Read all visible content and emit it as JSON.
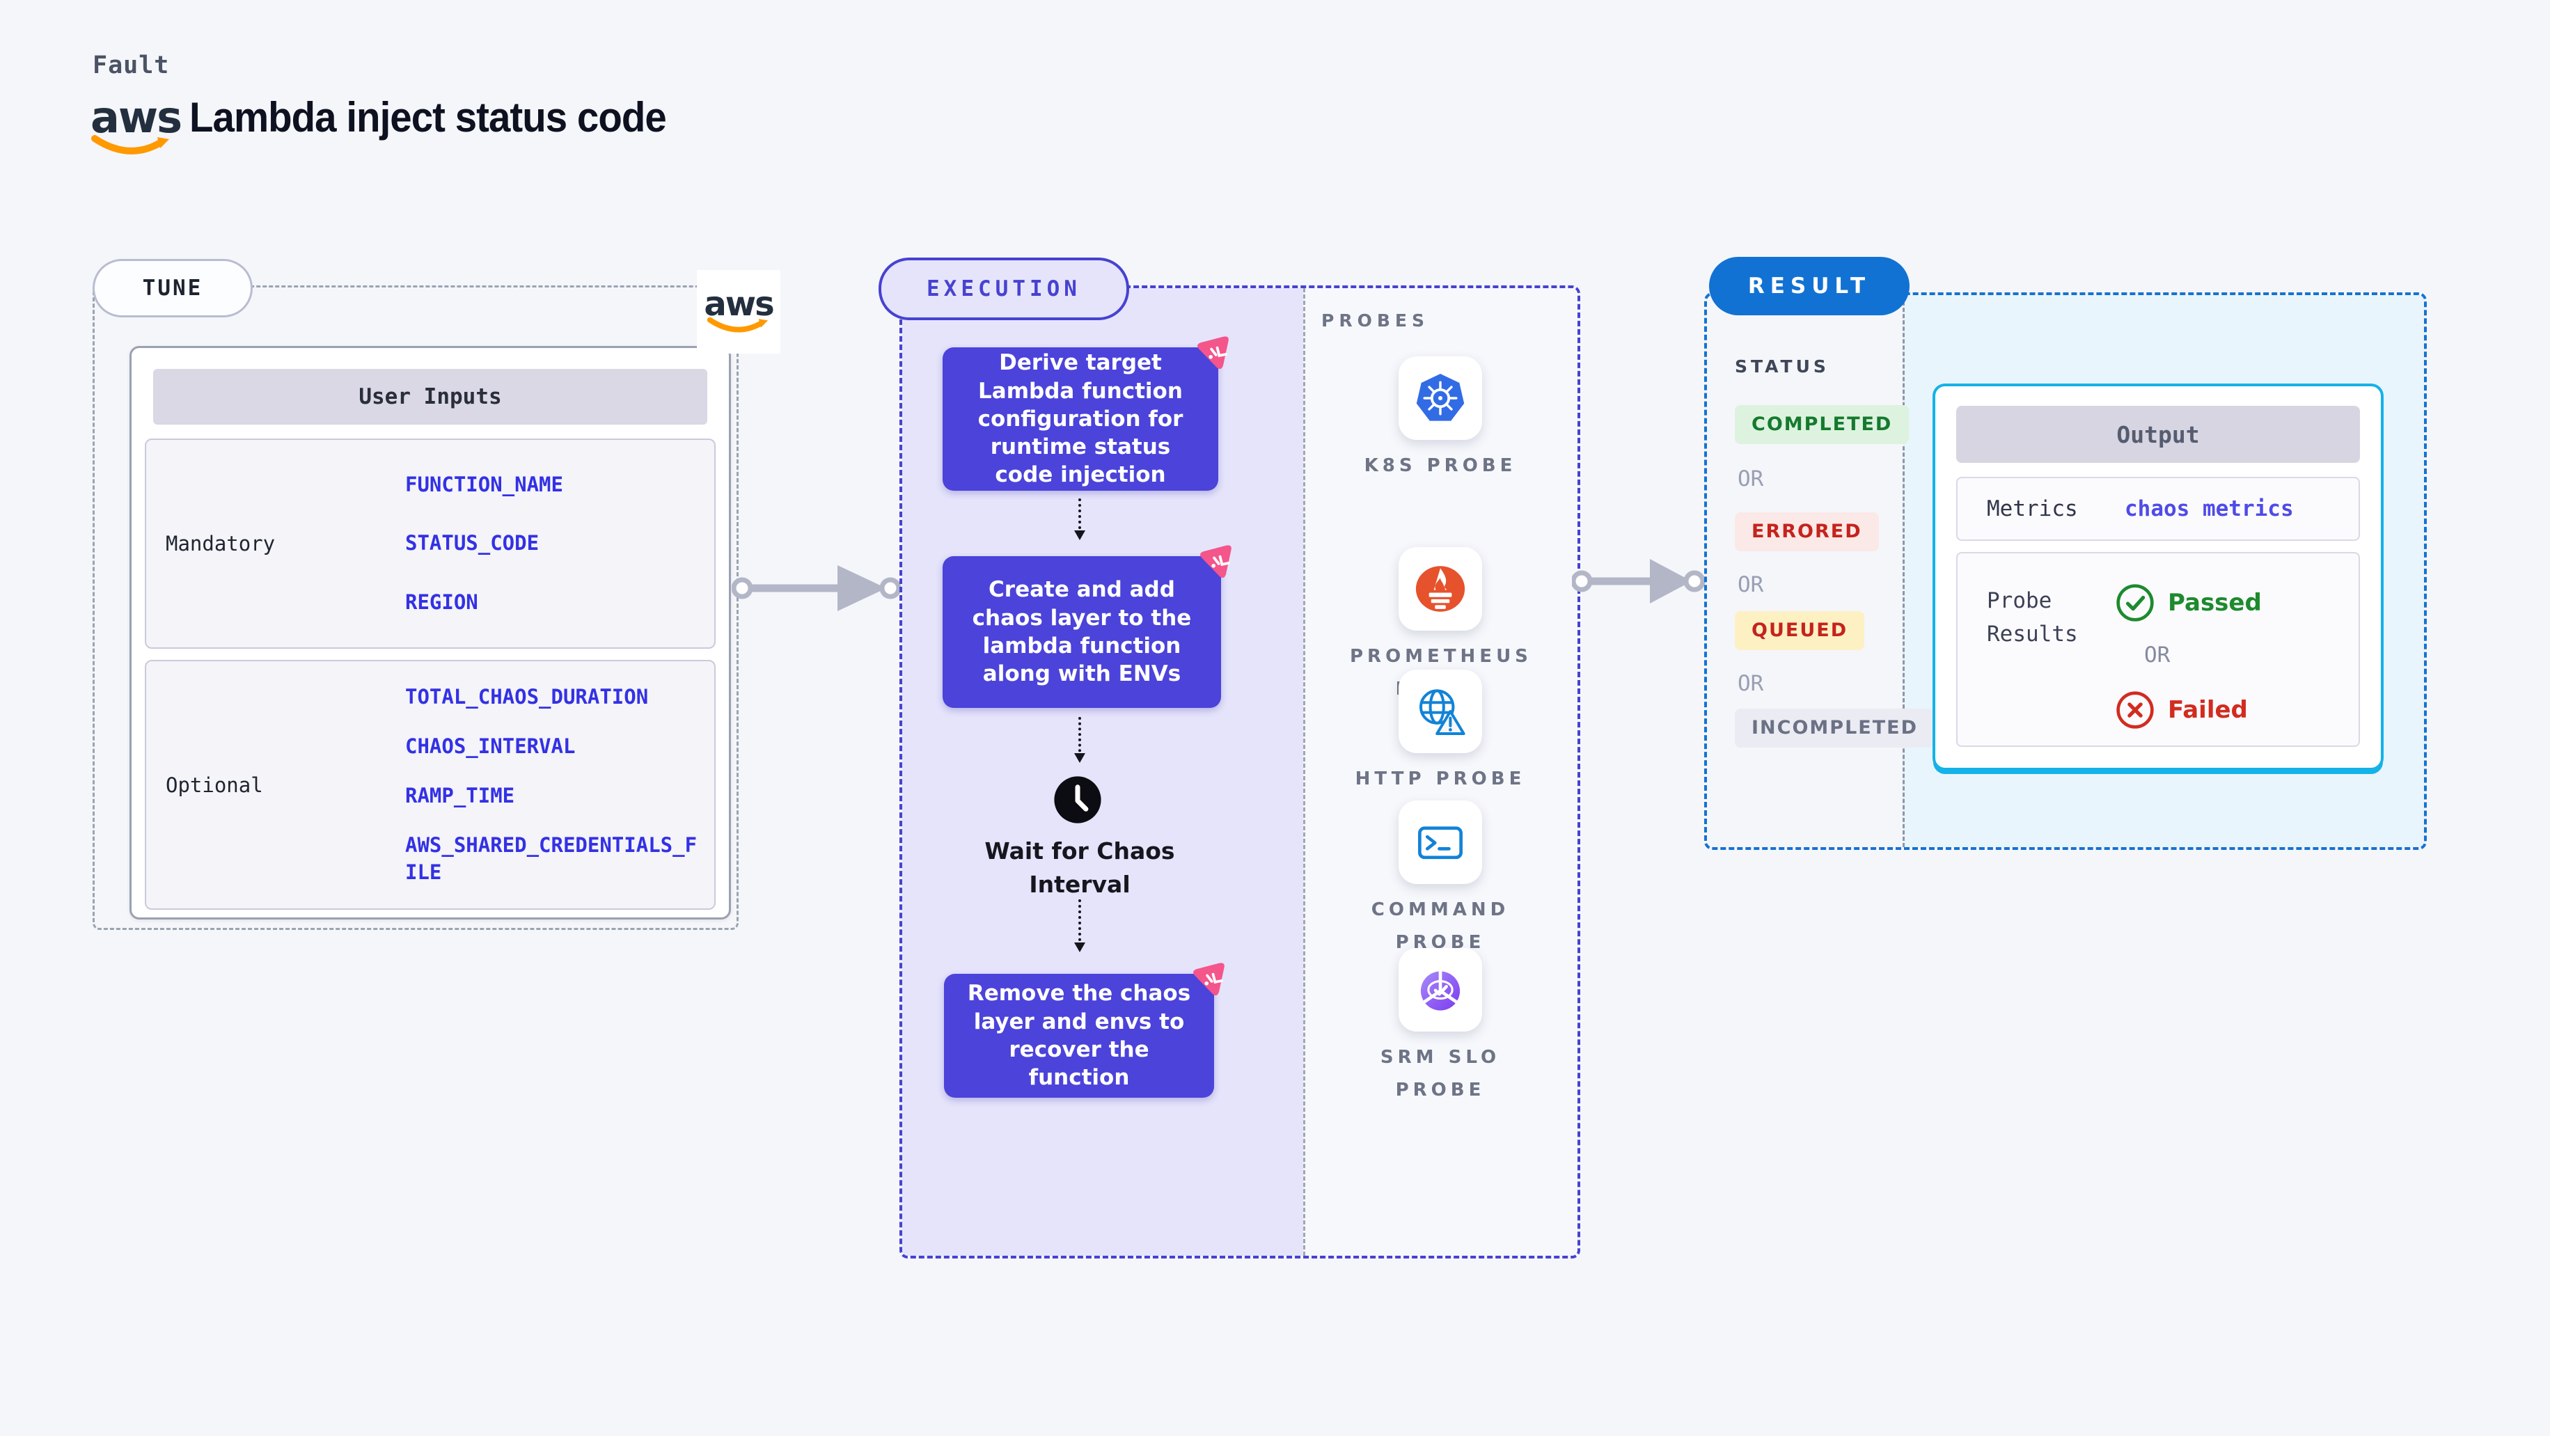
{
  "header": {
    "eyebrow": "Fault",
    "title": "Lambda inject status code"
  },
  "aws": {
    "word": "aws"
  },
  "tune": {
    "pill": "TUNE",
    "user_inputs": {
      "header": "User Inputs",
      "rows": [
        {
          "label": "Mandatory",
          "values": [
            "FUNCTION_NAME",
            "STATUS_CODE",
            "REGION"
          ]
        },
        {
          "label": "Optional",
          "values": [
            "TOTAL_CHAOS_DURATION",
            "CHAOS_INTERVAL",
            "RAMP_TIME",
            "AWS_SHARED_CREDENTIALS_FILE"
          ]
        }
      ]
    }
  },
  "execution": {
    "pill": "EXECUTION",
    "steps": [
      "Derive target Lambda function configuration for runtime status code injection",
      "Create and add chaos layer to the lambda function along with ENVs",
      "Remove the chaos layer and envs to recover the function"
    ],
    "wait_label": "Wait for Chaos Interval"
  },
  "probes": {
    "heading": "PROBES",
    "items": [
      {
        "name": "K8S PROBE",
        "icon": "kubernetes-icon"
      },
      {
        "name": "PROMETHEUS PROBE",
        "icon": "prometheus-icon"
      },
      {
        "name": "HTTP PROBE",
        "icon": "http-globe-warning-icon"
      },
      {
        "name": "COMMAND PROBE",
        "icon": "terminal-icon"
      },
      {
        "name": "SRM SLO PROBE",
        "icon": "slo-donut-check-icon"
      }
    ]
  },
  "result": {
    "pill": "RESULT",
    "status_heading": "STATUS",
    "or_label": "OR",
    "statuses": [
      {
        "label": "COMPLETED",
        "fg": "#157a2e",
        "bg": "#ddf3df"
      },
      {
        "label": "ERRORED",
        "fg": "#c5231d",
        "bg": "#fbe9e7"
      },
      {
        "label": "QUEUED",
        "fg": "#c5231d",
        "bg": "#fdf1c4"
      },
      {
        "label": "INCOMPLETED",
        "fg": "#6b7185",
        "bg": "#ebecf3"
      }
    ],
    "output": {
      "header": "Output",
      "metrics_label": "Metrics",
      "metrics_value": "chaos metrics",
      "probe_results_label": "Probe Results",
      "passed_label": "Passed",
      "failed_label": "Failed"
    }
  },
  "colors": {
    "background": "#f5f6fa",
    "step_indigo": "#4b43da",
    "execution_border": "#4742d0",
    "execution_bg": "#e5e4fb",
    "value_blue": "#3331e4",
    "result_blue": "#1272d3",
    "output_border_cyan": "#14b2e8",
    "output_bg_tint": "#e9f5fc",
    "passed_green": "#1d8a2e",
    "failed_red": "#d22c20",
    "aws_orange": "#ff9900",
    "sticker_pink": "#f4558a",
    "arrow_gray": "#b3b6c6"
  }
}
